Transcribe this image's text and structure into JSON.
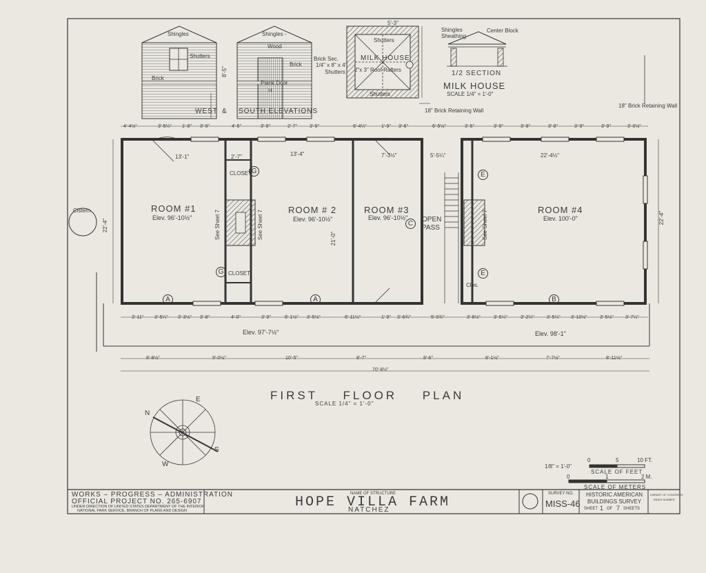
{
  "elevations": {
    "shingles_left": "Shingles",
    "shingles_right": "Shingles -",
    "shutters": "Shutters",
    "wood": "Wood",
    "brick": "Brick",
    "plank_door": "Plank Door",
    "plank_door_code": "H",
    "caption_west": "WEST",
    "caption_amp": "&",
    "caption_south": "SOUTH ELEVATIONS",
    "height_dim": "8'-5\""
  },
  "milk_house": {
    "label": "MILK HOUSE",
    "shutters_top": "Shutters",
    "shutters_bottom": "Shutters",
    "shutters_left": "Shutters",
    "brick_sec": "Brick Sec.",
    "brick_sec_size": "1/4\" x 8\" x 4'",
    "roof_rafters": "2\"x 3\" Roof Rafters",
    "retaining_wall": "18\" Brick Retaining Wall",
    "top_dim": "5'-3\"",
    "section_title": "1/2 SECTION",
    "section_name": "MILK HOUSE",
    "section_scale": "SCALE 1/4\" = 1'-0\"",
    "shingles": "Shingles",
    "sheathing": "Sheathing",
    "center_block": "Center Block",
    "brick_retaining": "18\" Brick Retaining Wall"
  },
  "rooms": [
    {
      "name": "ROOM #1",
      "elev": "Elev. 96'-10½\""
    },
    {
      "name": "ROOM # 2",
      "elev": "Elev. 96'-10½\""
    },
    {
      "name": "ROOM #3",
      "elev": "Elev. 96'-10½\""
    },
    {
      "name": "ROOM #4",
      "elev": "Elev. 100'-0\""
    }
  ],
  "plan_labels": {
    "closet_top": "CLOSET",
    "closet_bottom": "CLOSET",
    "open_pass_1": "OPEN",
    "open_pass_2": "PASS",
    "see_sheet": "See Sheet 7",
    "clos": "Clos.",
    "porch_elev_left": "Elev. 97'-7½\"",
    "porch_elev_right": "Elev. 98'-1\"",
    "cistern": "Cistern",
    "room_width_1": "13'-1\"",
    "room_width_2": "13'-4\"",
    "room_width_3": "7'-3½\"",
    "room_width_4": "22'-4½\"",
    "pass_width": "5'-5¼\"",
    "depth_left": "22'-4\"",
    "depth_right": "22'-4\"",
    "depth_mid": "21'-0\"",
    "closet_width": "2'-7\""
  },
  "markers": [
    "A",
    "A",
    "B",
    "C",
    "G",
    "G",
    "E",
    "E"
  ],
  "top_dims": [
    "4'-4½\"",
    "3'-5¼\"",
    "1'-8\"",
    "3'-9\"",
    "4'-5\"",
    "3'-9\"",
    "2'-7\"",
    "3'-9\"",
    "6'-4¼\"",
    "1'-9\"",
    "3'-6\"",
    "6'-5½\"",
    "3'-5\"",
    "3'-9\"",
    "3'-9\"",
    "3'-9\"",
    "3'-9\"",
    "3'-9\"",
    "3'-0½\""
  ],
  "bottom_dims": [
    "3'-11\"",
    "3'-5¼\"",
    "3'-3½\"",
    "3'-8\"",
    "4'-0\"",
    "3'-9\"",
    "6'-1½\"",
    "3'-5½\"",
    "6'-11½\"",
    "1'-9\"",
    "3'-6¾\"",
    "5'-0¾\"",
    "3'-8½\"",
    "3'-5¼\"",
    "3'-2¼\"",
    "3'-5¼\"",
    "3'-10½\"",
    "3'-5½\"",
    "3'-7¼\""
  ],
  "porch_dims": [
    "8'-8½\"",
    "9'-0½\"",
    "10'-5\"",
    "8'-7\"",
    "8'-6\"",
    "8'-1½\"",
    "7'-7½\"",
    "8'-11½\""
  ],
  "overall_dim": "70'-8½\"",
  "plan_title": "FIRST FLOOR PLAN",
  "plan_scale": "SCALE 1/4\" = 1'-0\"",
  "compass": {
    "n": "N",
    "s": "S",
    "e": "E",
    "w": "W"
  },
  "scale_bar": {
    "ratio": "1/8\" = 1'-0\"",
    "feet_label": "SCALE OF FEET",
    "meters_label": "SCALE OF METERS",
    "feet_ticks": [
      "0",
      "5",
      "10 FT."
    ],
    "meter_ticks": [
      "0",
      "1",
      "2 M."
    ]
  },
  "title_block": {
    "agency": "WORKS – PROGRESS – ADMINISTRATION",
    "project": "OFFICIAL PROJECT NO. 265-6907",
    "under": "UNDER DIRECTION OF UNITED STATES DEPARTMENT OF THE INTERIOR",
    "branch": "NATIONAL PARK SERVICE, BRANCH OF PLANS AND DESIGN",
    "name_label": "NAME OF STRUCTURE",
    "name": "HOPE VILLA FARM",
    "city": "NATCHEZ",
    "survey_label": "SURVEY NO.",
    "survey_no": "MISS-46",
    "habs_1": "HISTORIC AMERICAN",
    "habs_2": "BUILDINGS SURVEY",
    "sheet_word": "SHEET",
    "sheet_no": "1",
    "of_word": "OF",
    "sheet_total": "7",
    "sheets_word": "SHEETS",
    "library": "LIBRARY OF CONGRESS",
    "index": "INDEX NUMBER"
  },
  "colors": {
    "ink": "#3a3a3a",
    "paper": "#ebe8e1",
    "hatch": "#555555"
  }
}
